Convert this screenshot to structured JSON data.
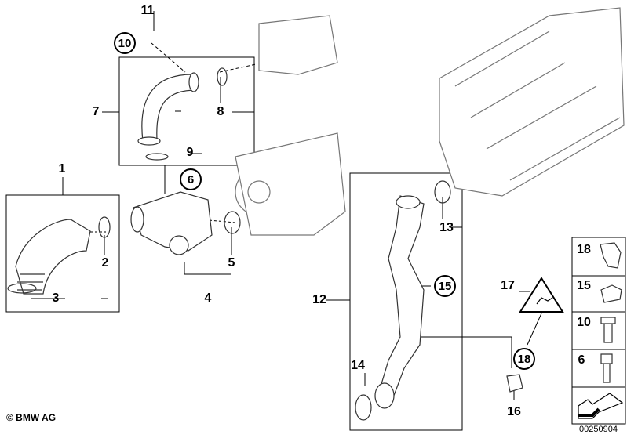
{
  "labels": {
    "p1": "1",
    "p2": "2",
    "p3": "3",
    "p4": "4",
    "p5": "5",
    "p6": "6",
    "p7": "7",
    "p8": "8",
    "p9": "9",
    "p10": "10",
    "p11": "11",
    "p12": "12",
    "p13": "13",
    "p14": "14",
    "p15": "15",
    "p16": "16",
    "p17": "17",
    "p18": "18"
  },
  "side_panel": [
    {
      "label": "18",
      "icon": "clip-icon"
    },
    {
      "label": "15",
      "icon": "clamp-nut-icon"
    },
    {
      "label": "10",
      "icon": "flange-bolt-icon"
    },
    {
      "label": "6",
      "icon": "socket-screw-icon"
    },
    {
      "label": "",
      "icon": "arrow-icon"
    }
  ],
  "copyright": "© BMW AG",
  "diagram_code": "00250904"
}
